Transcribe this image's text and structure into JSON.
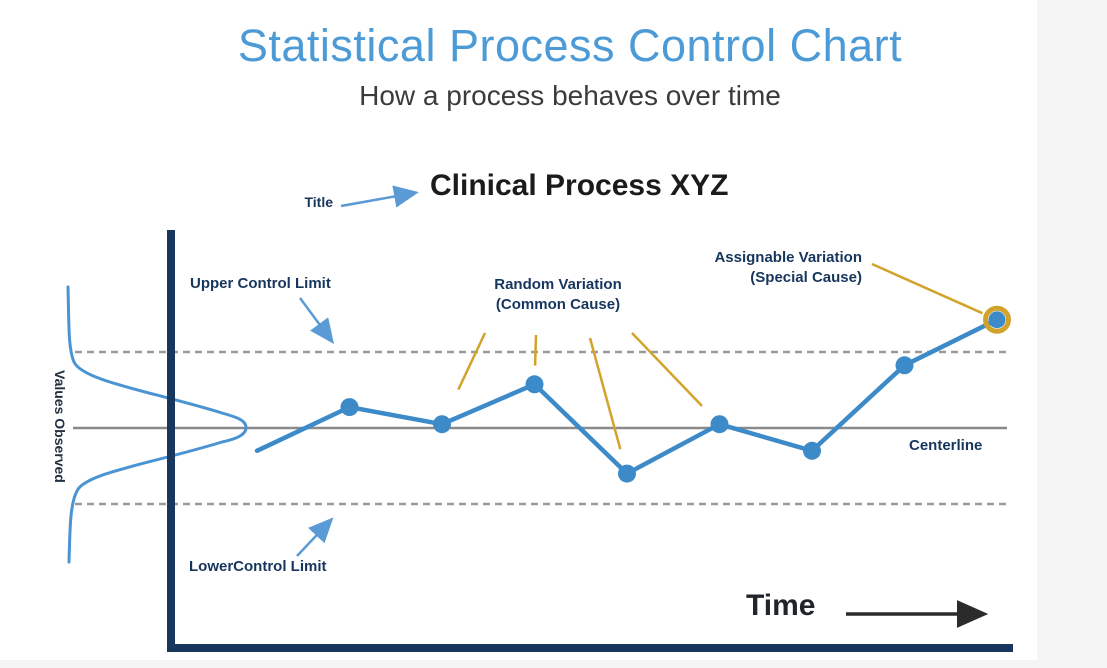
{
  "page": {
    "title": "Statistical Process Control Chart",
    "subtitle": "How a process behaves over time"
  },
  "chart": {
    "title_pointer_label": "Title",
    "annotations": {
      "upper_control_limit": "Upper Control Limit",
      "lower_control_limit": "LowerControl Limit",
      "centerline": "Centerline",
      "random_variation_line1": "Random Variation",
      "random_variation_line2": "(Common Cause)",
      "assignable_variation_line1": "Assignable Variation",
      "assignable_variation_line2": "(Special Cause)"
    },
    "colors": {
      "title_blue": "#4d9bd6",
      "axis_navy": "#17375e",
      "annotation_navy": "#17365d",
      "series_blue": "#3d8ac9",
      "arrow_blue": "#5b9bd5",
      "callout_gold": "#d2a32a",
      "dashed_limit_gray": "#9a9a9a",
      "centerline_gray": "#8a8a8a",
      "time_arrow_black": "#2b2b2b"
    }
  },
  "chart_data": {
    "type": "line",
    "title": "Clinical Process XYZ",
    "xlabel": "Time",
    "ylabel": "Values Observed",
    "x": [
      0,
      1,
      2,
      3,
      4,
      5,
      6,
      7,
      8
    ],
    "values": [
      -0.6,
      0.55,
      0.1,
      1.15,
      -1.2,
      0.1,
      -0.6,
      1.65,
      2.85
    ],
    "centerline": 0,
    "ucl": 2,
    "lcl": -2,
    "marker_indices": [
      1,
      2,
      3,
      4,
      5,
      6,
      7,
      8
    ],
    "special_cause_index": 8,
    "common_cause_indices": [
      2,
      3,
      4,
      5
    ],
    "ylim": [
      -3.2,
      3.6
    ],
    "grid": false,
    "legend": false,
    "left_margin_curve": "normal-distribution-of-values",
    "series_color": "#3d8ac9",
    "special_point_ring_color": "#d2a32a"
  }
}
